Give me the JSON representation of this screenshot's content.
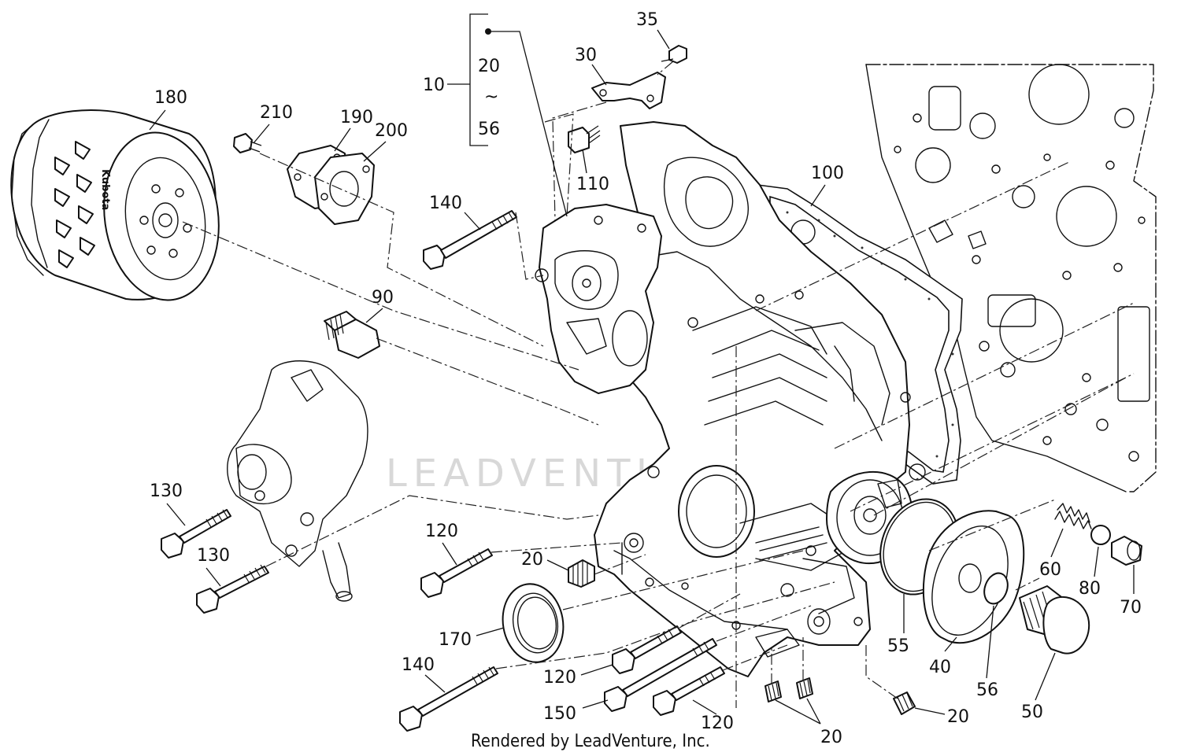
{
  "watermark": "LEADVENTURE",
  "credit": "Rendered by LeadVenture, Inc.",
  "filter_brand": "Kubota",
  "kit_bracket": {
    "parent": "10",
    "range_start": "20",
    "range_tilde": "~",
    "range_end": "56"
  },
  "callouts": [
    "10",
    "20",
    "56",
    "35",
    "30",
    "110",
    "180",
    "210",
    "190",
    "200",
    "140",
    "90",
    "100",
    "130",
    "130",
    "120",
    "20",
    "170",
    "140",
    "120",
    "150",
    "120",
    "20",
    "20",
    "20",
    "55",
    "40",
    "56",
    "50",
    "60",
    "80",
    "70"
  ]
}
